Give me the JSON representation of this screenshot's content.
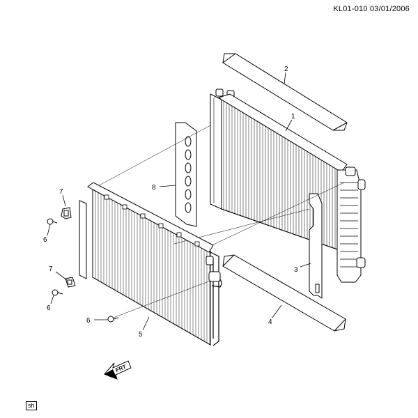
{
  "header": {
    "code": "KL01-010",
    "date": "03/01/2006"
  },
  "callouts": {
    "radiator": "1",
    "upper_seal": "2",
    "side_baffle_right": "3",
    "lower_seal": "4",
    "condenser": "5",
    "bolt_upper": "6",
    "bolt_middle": "6",
    "bolt_lower": "6",
    "bracket_upper": "7",
    "bracket_lower": "7",
    "side_baffle_left": "8"
  },
  "direction_arrow": {
    "label": "FRT"
  },
  "footer": {
    "badge": "sh"
  },
  "colors": {
    "line": "#000000",
    "background": "#ffffff"
  }
}
